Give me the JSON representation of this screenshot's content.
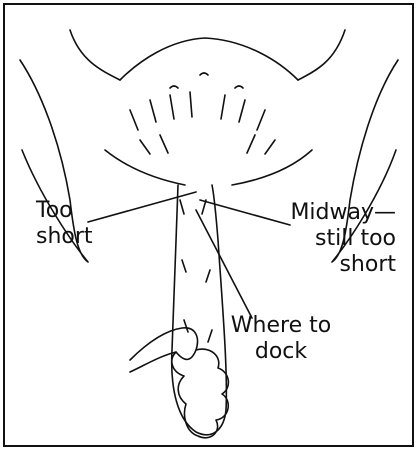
{
  "labels": {
    "too_short": [
      "Too",
      "short"
    ],
    "midway": [
      "Midway—",
      "still too",
      "short"
    ],
    "where_to_dock": [
      "Where to",
      "dock"
    ]
  },
  "colors": {
    "ink": "#111111",
    "background": "#ffffff"
  }
}
